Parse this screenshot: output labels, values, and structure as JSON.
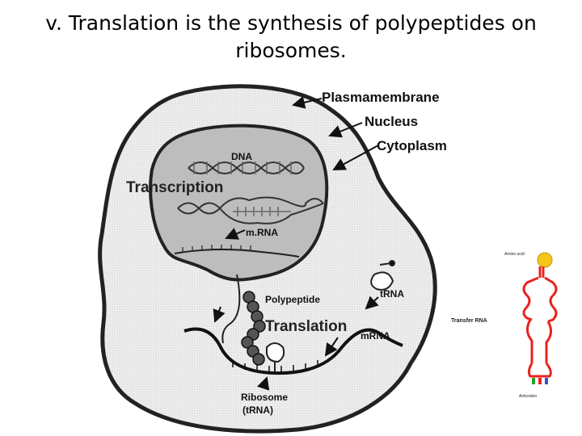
{
  "slide": {
    "title": "v.  Translation is the synthesis of polypeptides on ribosomes."
  },
  "cell_diagram": {
    "labels": {
      "plasma_membrane": "Plasmamembrane",
      "nucleus": "Nucleus",
      "cytoplasm": "Cytoplasm",
      "dna": "DNA",
      "transcription": "Transcription",
      "mrna_nucleus": "m.RNA",
      "polypeptide": "Polypeptide",
      "trna": "tRNA",
      "translation": "Translation",
      "mrna_cytoplasm": "mRNA",
      "ribosome": "Ribosome",
      "ribosome_sub": "(tRNA)"
    }
  },
  "trna_figure": {
    "labels": {
      "amino_acid": "Amino acid",
      "transfer_rna": "Transfer RNA",
      "anticodon": "Anticodon"
    },
    "colors": {
      "strand": "#e8231e",
      "amino_acid_ball": "#f5c518"
    }
  }
}
